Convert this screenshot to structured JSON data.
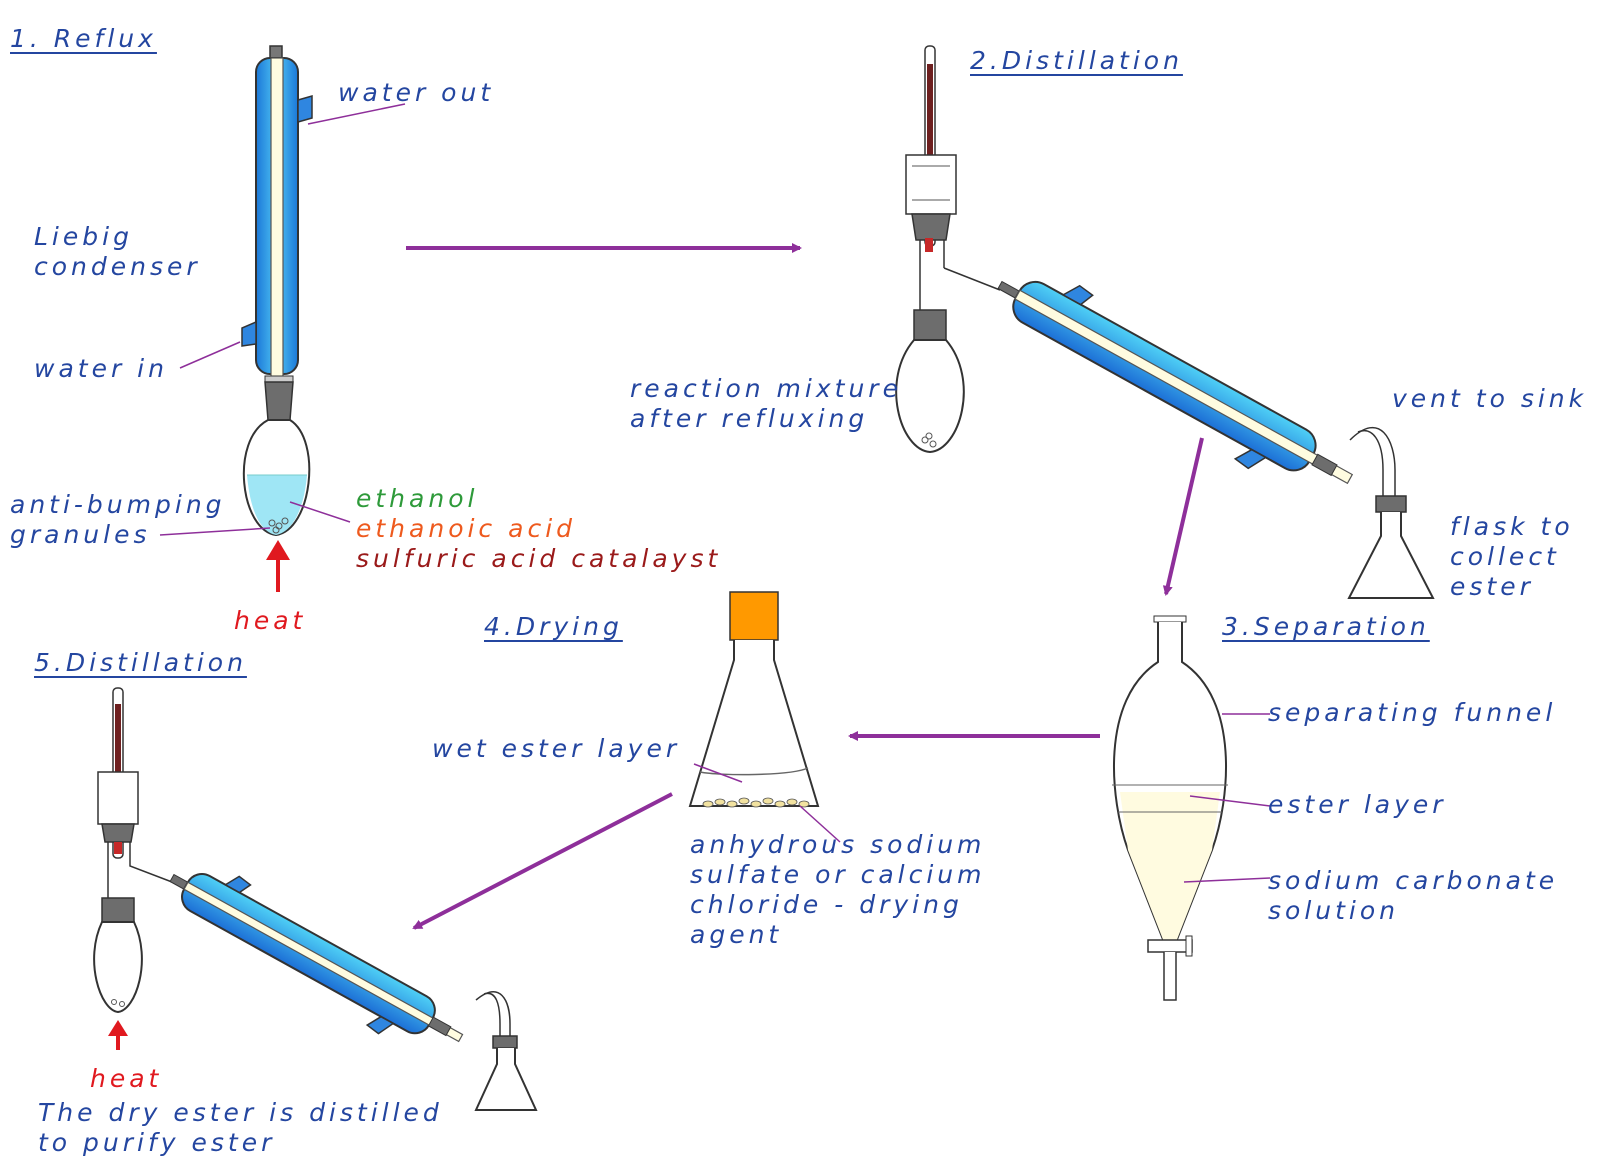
{
  "steps": {
    "reflux": {
      "title": "1. Reflux",
      "water_out": "water out",
      "condenser_1": "Liebig",
      "condenser_2": "condenser",
      "water_in": "water in",
      "granules_1": "anti-bumping",
      "granules_2": "granules",
      "ethanol": "ethanol",
      "ethanoic_acid": "ethanoic acid",
      "catalyst": "sulfuric acid catalayst",
      "heat": "heat"
    },
    "distillation": {
      "title": "2.Distillation",
      "mixture_1": "reaction mixture",
      "mixture_2": "after refluxing",
      "vent": "vent to sink",
      "flask_1": "flask to",
      "flask_2": "collect",
      "flask_3": "ester"
    },
    "separation": {
      "title": "3.Separation",
      "funnel": "separating funnel",
      "ester_layer": "ester layer",
      "carbonate_1": "sodium carbonate",
      "carbonate_2": "solution"
    },
    "drying": {
      "title": "4.Drying",
      "wet_layer": "wet ester layer",
      "agent_1": "anhydrous sodium",
      "agent_2": "sulfate or calcium",
      "agent_3": "chloride - drying",
      "agent_4": "agent"
    },
    "final_distillation": {
      "title": "5.Distillation",
      "heat": "heat",
      "note_1": "The dry ester is distilled",
      "note_2": "to purify ester"
    }
  },
  "colors": {
    "label_text": "#2446a0",
    "arrow": "#8e2f9a",
    "heat": "#e0191f",
    "condenser_blue": "#2f86e0",
    "water_cyan": "#9fe6f5",
    "cap_orange": "#ff9900"
  }
}
